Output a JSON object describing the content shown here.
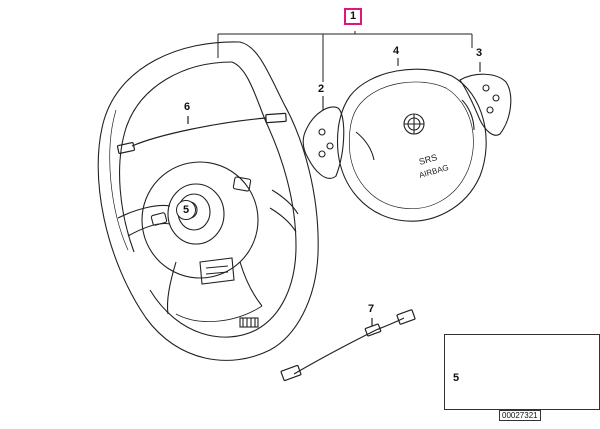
{
  "diagram": {
    "callouts": {
      "assembly": "1",
      "left_switch": "2",
      "right_switch": "3",
      "airbag": "4",
      "screw": "5",
      "wire": "6",
      "cable": "7"
    },
    "airbag_text": {
      "srs": "SRS",
      "airbag": "AIRBAG"
    },
    "inset": {
      "callout": "5"
    },
    "reference_number": "00027321",
    "colors": {
      "line": "#222222",
      "highlight_box": "#e0177a",
      "background": "#ffffff"
    }
  }
}
